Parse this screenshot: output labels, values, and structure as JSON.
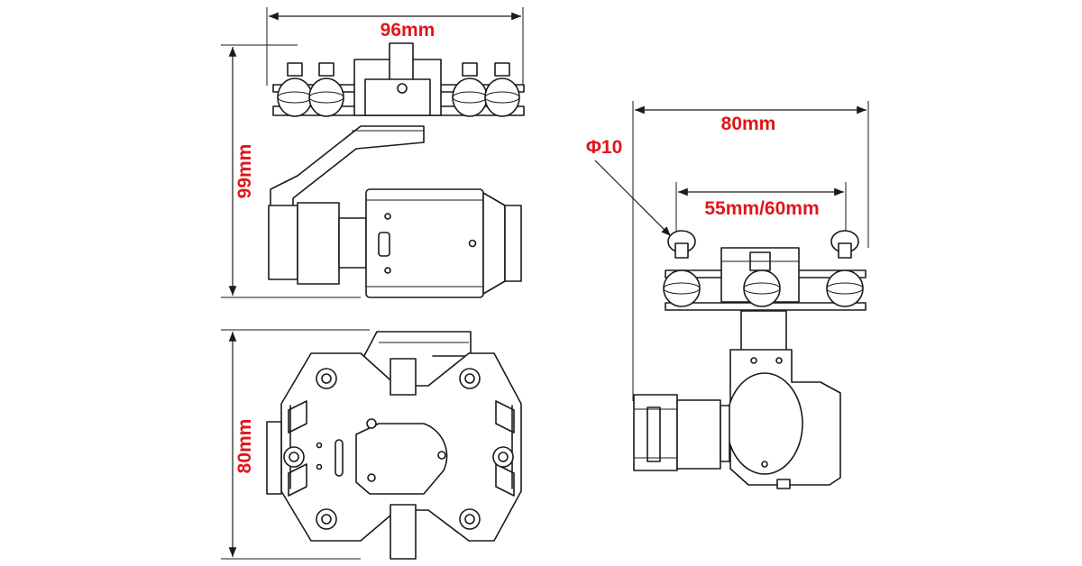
{
  "dimensions": {
    "front_width": "96mm",
    "front_height": "99mm",
    "bottom_height": "80mm",
    "side_width": "80mm",
    "mount_spacing": "55mm/60mm",
    "damper_diameter": "Φ10"
  },
  "colors": {
    "label": "#e0161b",
    "line": "#1a1a1a",
    "background": "#ffffff"
  }
}
